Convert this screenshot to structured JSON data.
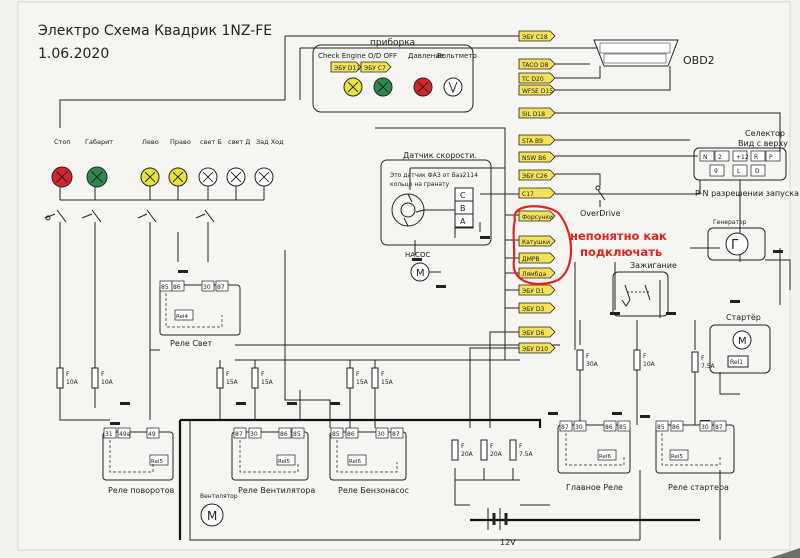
{
  "header": {
    "title": "Электро Схема Квадрик   1NZ-FE",
    "date": "1.06.2020"
  },
  "dashboard": {
    "title": "приборка",
    "lamps": [
      {
        "label": "Check Engine",
        "tag": "ЭБУ D11",
        "color": "#e8e23a"
      },
      {
        "label": "O/D OFF",
        "tag": "ЭБУ C7",
        "color": "#2e8a4b"
      },
      {
        "label": "Давление",
        "tag": "",
        "color": "#d6262b"
      },
      {
        "label": "Вольтметр",
        "tag": "",
        "color": "#ffffff"
      }
    ]
  },
  "obd": {
    "label": "OBD2",
    "pins": [
      "ЭБУ C18",
      "TACO D8",
      "TC D20",
      "WFSE D15",
      "SIL D18"
    ]
  },
  "ecu_tags": {
    "right_column": [
      "STA B9",
      "NSW B6",
      "ЭБУ C26",
      "C17"
    ],
    "highlighted": [
      "Форсунки",
      "Катушки",
      "ДМРВ",
      "Лямбда"
    ],
    "lower": [
      "ЭБУ D1",
      "ЭБУ D3",
      "ЭБУ D6",
      "ЭБУ D10"
    ]
  },
  "annotation": {
    "line1": "непонятно как",
    "line2": "подключать",
    "color": "#e3231b"
  },
  "selector": {
    "title_line1": "Селектор",
    "title_line2": "Вид с верху",
    "pins_top": [
      "N",
      "2",
      "+12",
      "R",
      "P"
    ],
    "pins_bottom": [
      "9",
      "L",
      "D"
    ],
    "caption": "P-N  разрешении запуска"
  },
  "lamps": [
    {
      "label": "Стоп",
      "color": "#d6262b"
    },
    {
      "label": "Габарит",
      "color": "#2e8a4b"
    },
    {
      "label": "Лево",
      "color": "#e8e23a"
    },
    {
      "label": "Право",
      "color": "#e8e23a"
    },
    {
      "label": "свет Б",
      "color": "#ffffff"
    },
    {
      "label": "свет Д",
      "color": "#ffffff"
    },
    {
      "label": "Зад Ход",
      "color": "#ffffff"
    }
  ],
  "speed_sensor": {
    "title": "Датчик скорости.",
    "note_line1": "Это датчик ФАЗ от Ваз2114",
    "note_line2": "кольцо на гранату",
    "pins": [
      "C",
      "B",
      "A"
    ]
  },
  "overdrive": "OverDrive",
  "pump": {
    "label": "НАСОС",
    "symbol": "M"
  },
  "generator": {
    "label": "Генератор",
    "symbol": "Г"
  },
  "ignition": "Зажигание",
  "starter": {
    "label": "Стартёр",
    "symbol": "M",
    "relay_tag": "Rel1"
  },
  "relays": [
    {
      "name": "Реле Свет",
      "pins": [
        "85",
        "86",
        "30",
        "87"
      ],
      "tag": "Rel4"
    },
    {
      "name": "Реле поворотов",
      "pins": [
        "31",
        "49a",
        "49"
      ],
      "tag": "Rel5"
    },
    {
      "name": "Реле Вентилятора",
      "pins": [
        "87",
        "30",
        "86",
        "85"
      ],
      "tag": "Rel5"
    },
    {
      "name": "Реле Бензонасос",
      "pins": [
        "85",
        "86",
        "30",
        "87"
      ],
      "tag": "Rel6"
    },
    {
      "name": "Главное Реле",
      "pins": [
        "87",
        "30",
        "86",
        "85"
      ],
      "tag": "Rel6"
    },
    {
      "name": "Реле стартера",
      "pins": [
        "85",
        "86",
        "30",
        "87"
      ],
      "tag": "Rel5"
    }
  ],
  "fuses": {
    "f10a_1": {
      "letter": "F",
      "value": "10A"
    },
    "f10a_2": {
      "letter": "F",
      "value": "10A"
    },
    "f15a_1": {
      "letter": "F",
      "value": "15A"
    },
    "f15a_2": {
      "letter": "F",
      "value": "15A"
    },
    "f15a_3": {
      "letter": "F",
      "value": "15A"
    },
    "f15a_4": {
      "letter": "F",
      "value": "15A"
    },
    "f20a_1": {
      "letter": "F",
      "value": "20A"
    },
    "f20a_2": {
      "letter": "F",
      "value": "20A"
    },
    "f75a_1": {
      "letter": "F",
      "value": "7.5A"
    },
    "f30a": {
      "letter": "F",
      "value": "30A"
    },
    "f10a_3": {
      "letter": "F",
      "value": "10A"
    },
    "f75a_2": {
      "letter": "F",
      "value": "7.5A"
    }
  },
  "fan": {
    "label": "Вентилятор",
    "symbol": "M"
  },
  "battery": "12V"
}
